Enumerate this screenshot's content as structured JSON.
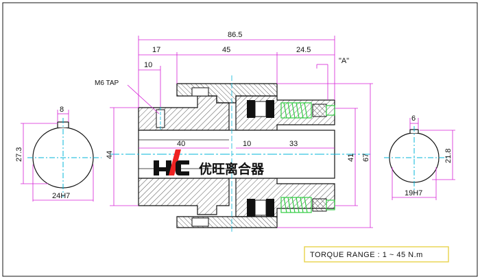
{
  "brand": {
    "logo_text": "HAC",
    "name_cn": "优旺离合器"
  },
  "dimensions": {
    "overall_length": "86.5",
    "seg_17": "17",
    "seg_45": "45",
    "seg_24_5": "24.5",
    "tap_10": "10",
    "view_a": "\"A\"",
    "tap_note": "M6 TAP",
    "bore_len_40": "40",
    "gap_10": "10",
    "len_33": "33",
    "dia_44": "44",
    "dia_41": "41",
    "dia_67": "67",
    "left_key_8": "8",
    "left_depth_27_3": "27.3",
    "left_bore_24h7": "24H7",
    "right_key_6": "6",
    "right_depth_21_8": "21.8",
    "right_bore_19h7": "19H7"
  },
  "torque_range": "TORQUE RANGE : 1 ~ 45 N.m",
  "colors": {
    "centerline": "#00b4d8",
    "dimension": "#d61fd6",
    "spring": "#2ecc40",
    "friction_pad": "#111111",
    "torque_box": "#e8d24a",
    "outline": "#111111",
    "hatch": "#555555"
  }
}
